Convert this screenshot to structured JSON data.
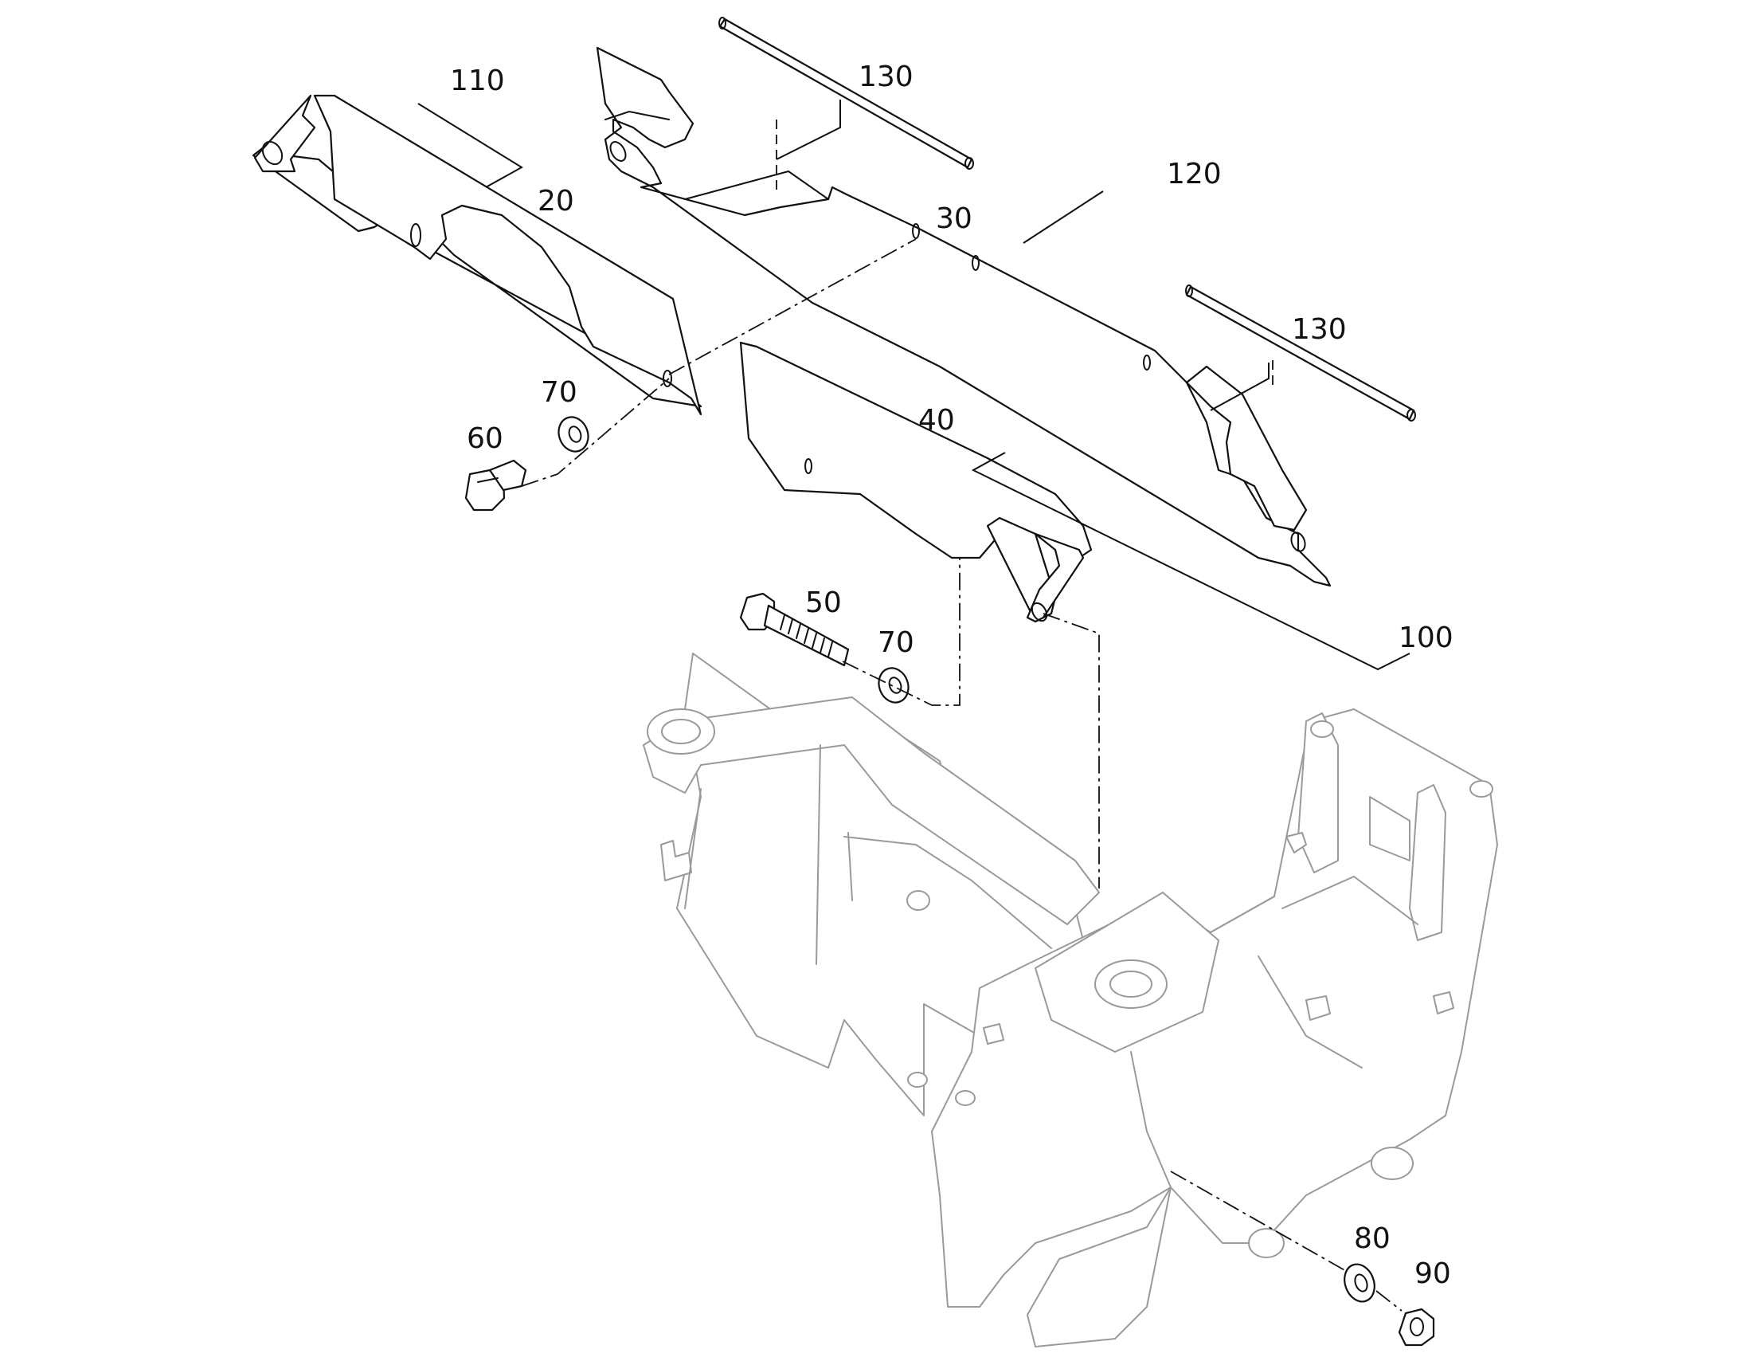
{
  "callouts": {
    "c110": "110",
    "c20": "20",
    "c130_top": "130",
    "c30": "30",
    "c120": "120",
    "c130_right": "130",
    "c70_left": "70",
    "c60": "60",
    "c40": "40",
    "c50": "50",
    "c70_mid": "70",
    "c100": "100",
    "c80": "80",
    "c90": "90"
  },
  "colors": {
    "part_stroke": "#111111",
    "frame_stroke": "#9a9a9a",
    "background": "#ffffff"
  }
}
